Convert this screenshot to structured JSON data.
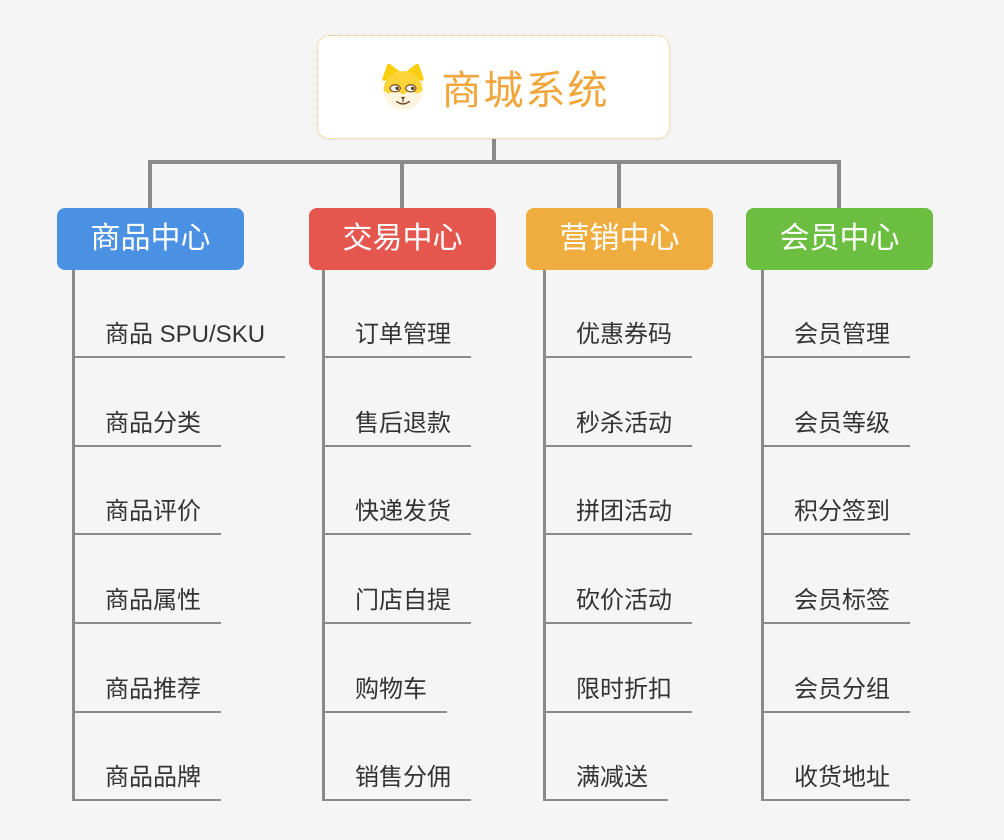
{
  "root": {
    "title": "商城系统",
    "icon": "dog-icon",
    "title_color": "#F0A63B"
  },
  "branches": [
    {
      "label": "商品中心",
      "color": "#4A91E4",
      "children": [
        "商品 SPU/SKU",
        "商品分类",
        "商品评价",
        "商品属性",
        "商品推荐",
        "商品品牌"
      ]
    },
    {
      "label": "交易中心",
      "color": "#E5564E",
      "children": [
        "订单管理",
        "售后退款",
        "快递发货",
        "门店自提",
        "购物车",
        "销售分佣"
      ]
    },
    {
      "label": "营销中心",
      "color": "#EFAD40",
      "children": [
        "优惠券码",
        "秒杀活动",
        "拼团活动",
        "砍价活动",
        "限时折扣",
        "满减送"
      ]
    },
    {
      "label": "会员中心",
      "color": "#6CBE40",
      "children": [
        "会员管理",
        "会员等级",
        "积分签到",
        "会员标签",
        "会员分组",
        "收货地址"
      ]
    }
  ],
  "colors": {
    "connector": "#8A8A8A",
    "leaf_underline": "#8B8B8B",
    "leaf_text": "#333333",
    "canvas_background": "#F5F5F5",
    "root_border": "#F0B55F"
  }
}
